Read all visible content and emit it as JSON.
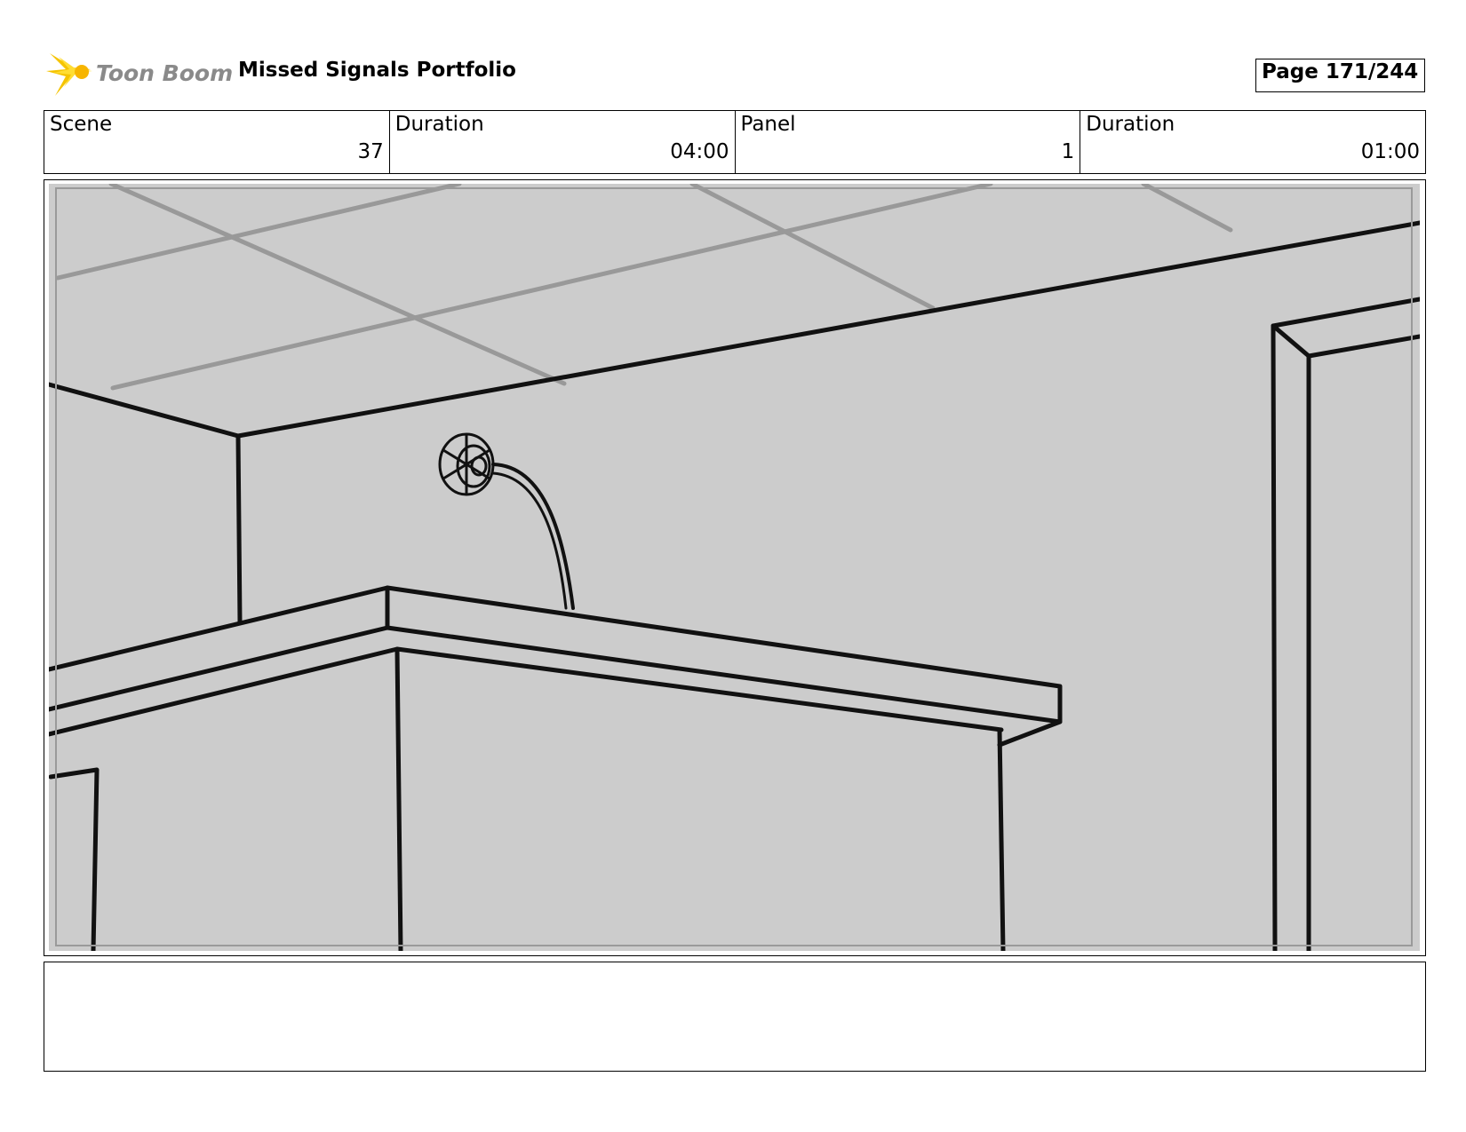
{
  "header": {
    "logo_text": "Toon Boom",
    "project_title": "Missed Signals Portfolio",
    "page_label": "Page 171/244"
  },
  "info": {
    "scene_label": "Scene",
    "scene_value": "37",
    "scene_duration_label": "Duration",
    "scene_duration_value": "04:00",
    "panel_label": "Panel",
    "panel_value": "1",
    "panel_duration_label": "Duration",
    "panel_duration_value": "01:00"
  },
  "notes": {
    "text": ""
  },
  "colors": {
    "logo_yellow": "#f5c400",
    "logo_grey": "#8a8a8a",
    "panel_bg": "#cccccc",
    "sketch_line": "#111111",
    "ceiling_grid": "#999999"
  }
}
